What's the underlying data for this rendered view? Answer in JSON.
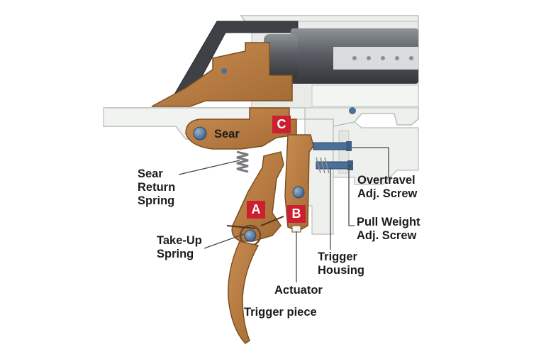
{
  "labels": {
    "sear": "Sear",
    "sear_return_spring": [
      "Sear",
      "Return",
      "Spring"
    ],
    "take_up_spring": [
      "Take-Up",
      "Spring"
    ],
    "overtravel_adj_screw": [
      "Overtravel",
      "Adj. Screw"
    ],
    "pull_weight_adj_screw": [
      "Pull Weight",
      "Adj. Screw"
    ],
    "trigger_housing": [
      "Trigger",
      "Housing"
    ],
    "actuator": "Actuator",
    "trigger_piece": "Trigger piece"
  },
  "badges": {
    "a": "A",
    "b": "B",
    "c": "C"
  },
  "colors": {
    "bronze": "#b77a3f",
    "bronze_dark": "#7d4e22",
    "housing": "#eef0ed",
    "housing_line": "#b9bdb7",
    "dark_block": "#3e4145",
    "bolt": "#5e6268",
    "screw_blue": "#4a6f98",
    "badge_red": "#cc1f2f"
  }
}
